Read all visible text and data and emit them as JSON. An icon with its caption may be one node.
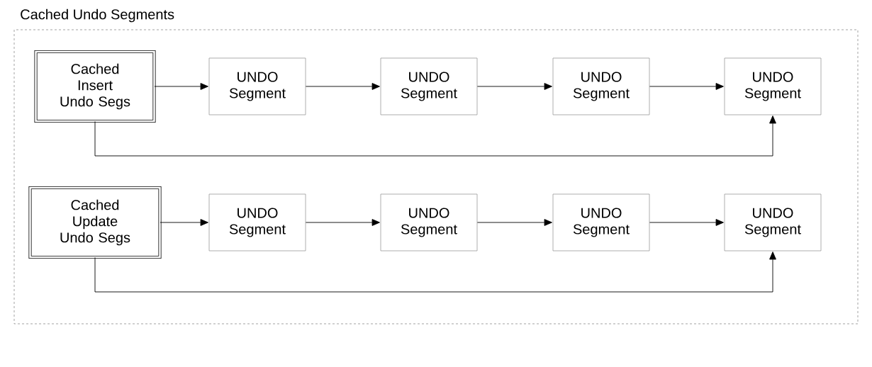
{
  "diagram": {
    "nodes": [
      {
        "text": [
          "Cached Undo Segments"
        ]
      },
      {
        "text": [
          "Cached Insert Undo Segs"
        ],
        "in": 0
      },
      {
        "text": [
          "UNDO Segment"
        ],
        "in": 0
      },
      {
        "text": [
          "UNDO Segment"
        ],
        "in": 0
      },
      {
        "text": [
          "UNDO Segment"
        ],
        "in": 0
      },
      {
        "text": [
          "UNDO Segment"
        ],
        "in": 0
      },
      {
        "text": [
          "Cached Update Undo Segs"
        ],
        "in": 0
      },
      {
        "text": [
          "UNDO Segment"
        ],
        "in": 0
      },
      {
        "text": [
          "UNDO Segment"
        ],
        "in": 0
      },
      {
        "text": [
          "UNDO Segment"
        ],
        "in": 0
      },
      {
        "text": [
          "UNDO Segment"
        ],
        "in": 0
      }
    ],
    "edges": [
      {
        "from": 1,
        "to": 2,
        "arrow": "to"
      },
      {
        "from": 2,
        "to": 3,
        "arrow": "to"
      },
      {
        "from": 3,
        "to": 4,
        "arrow": "to"
      },
      {
        "from": 4,
        "to": 5,
        "arrow": "to"
      },
      {
        "from": 1,
        "to": 5,
        "arrow": "to"
      },
      {
        "from": 6,
        "to": 7,
        "arrow": "to"
      },
      {
        "from": 7,
        "to": 8,
        "arrow": "to"
      },
      {
        "from": 8,
        "to": 9,
        "arrow": "to"
      },
      {
        "from": 9,
        "to": 10,
        "arrow": "to"
      },
      {
        "from": 6,
        "to": 10,
        "arrow": "to"
      }
    ]
  }
}
